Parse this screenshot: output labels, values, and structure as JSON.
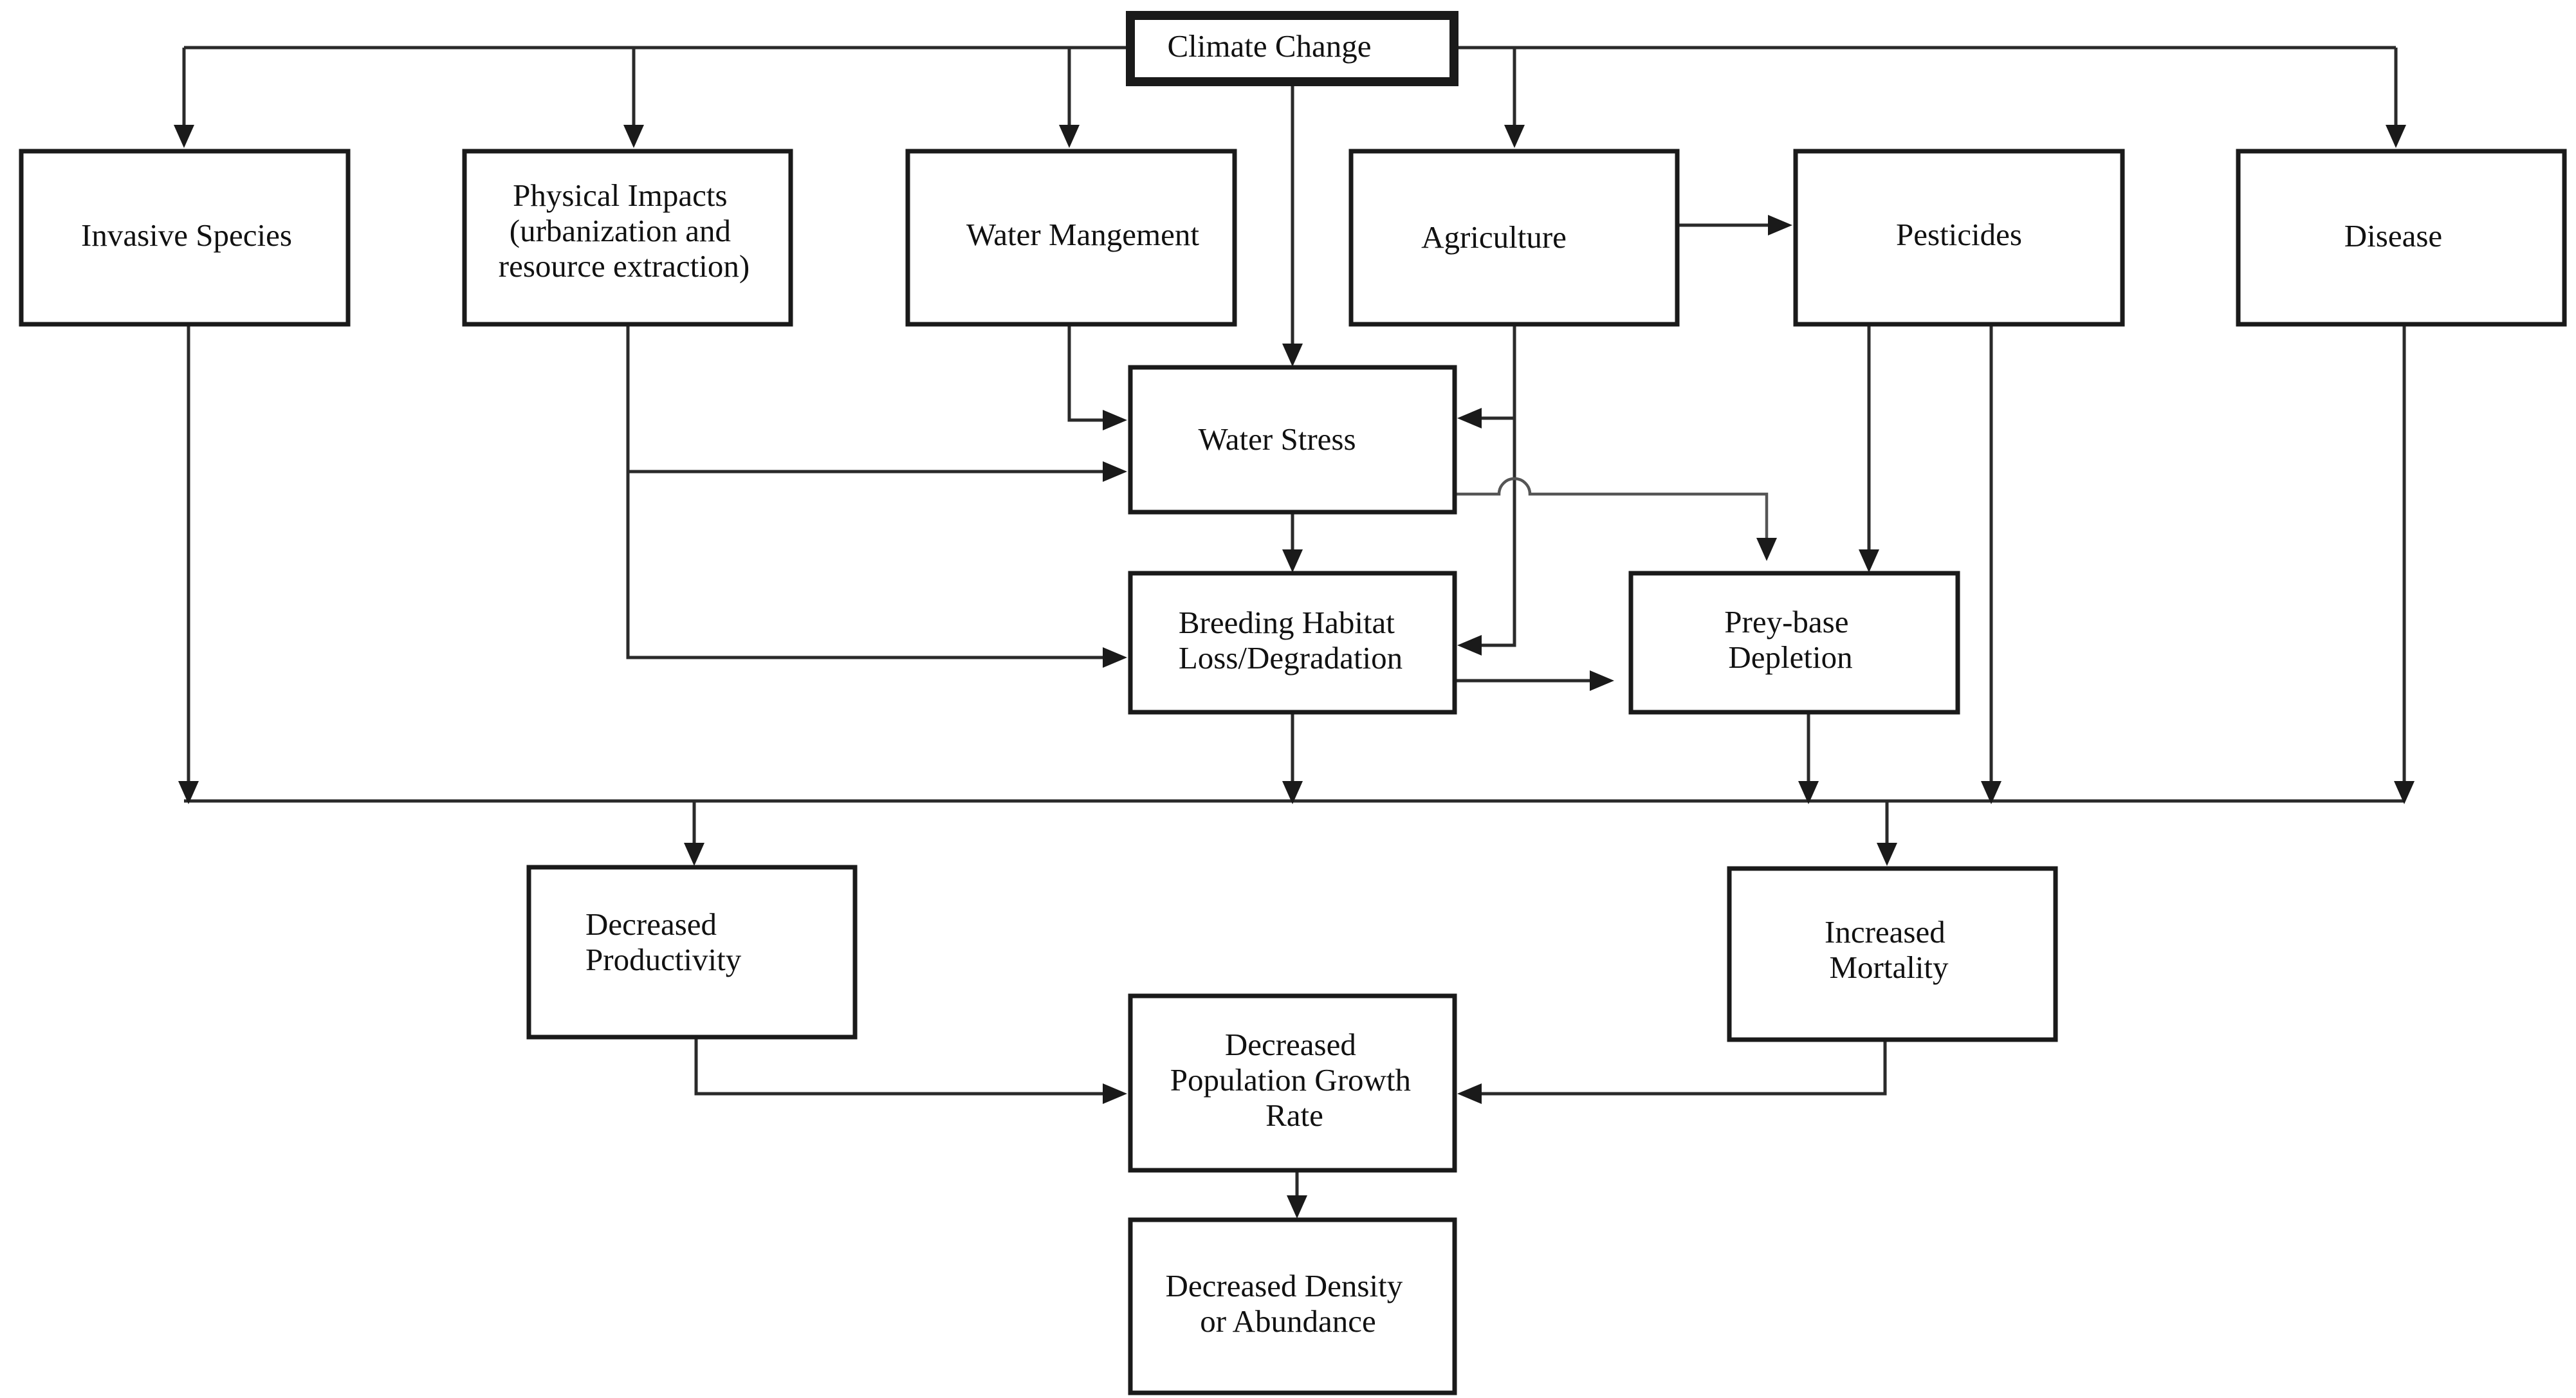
{
  "nodes": {
    "climate_change": {
      "lines": [
        "Climate Change"
      ]
    },
    "invasive_species": {
      "lines": [
        "Invasive Species"
      ]
    },
    "physical_impacts": {
      "lines": [
        "Physical Impacts",
        "(urbanization and",
        "resource extraction)"
      ]
    },
    "water_management": {
      "lines": [
        "Water Mangement"
      ]
    },
    "agriculture": {
      "lines": [
        "Agriculture"
      ]
    },
    "pesticides": {
      "lines": [
        "Pesticides"
      ]
    },
    "disease": {
      "lines": [
        "Disease"
      ]
    },
    "water_stress": {
      "lines": [
        "Water Stress"
      ]
    },
    "breeding_habitat": {
      "lines": [
        "Breeding Habitat",
        "Loss/Degradation"
      ]
    },
    "prey_base": {
      "lines": [
        "Prey-base",
        "Depletion"
      ]
    },
    "decreased_productivity": {
      "lines": [
        "Decreased",
        "Productivity"
      ]
    },
    "increased_mortality": {
      "lines": [
        "Increased",
        "Mortality"
      ]
    },
    "decreased_growth": {
      "lines": [
        "Decreased",
        "Population Growth",
        "Rate"
      ]
    },
    "decreased_density": {
      "lines": [
        "Decreased Density",
        "or Abundance"
      ]
    }
  }
}
